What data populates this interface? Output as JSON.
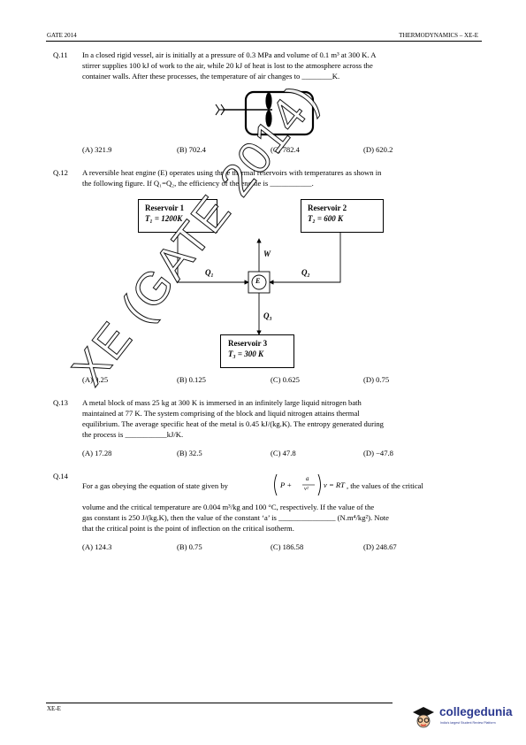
{
  "header": {
    "left": "GATE 2014",
    "right": "THERMODYNAMICS – XE-E"
  },
  "q11": {
    "number": "Q.11",
    "text_line1": "In a closed rigid vessel, air is initially at a pressure of 0.3 MPa and volume of 0.1 m³ at 300 K. A",
    "text_line2": "stirrer supplies 100 kJ of work to the air, while 20 kJ of heat is lost to the atmosphere across the",
    "text_line3": "container walls. After these processes, the temperature of air changes to ________K.",
    "options": [
      "(A) 321.9",
      "(B) 702.4",
      "(C) 782.4",
      "(D) 620.2"
    ]
  },
  "q12": {
    "number": "Q.12",
    "text_line1": "A reversible heat engine (E) operates using three thermal reservoirs with temperatures as shown in",
    "text_line2": "the following figure. If  Q₁=Q₂, the efficiency of the engine is ___________.",
    "reservoir1_name": "Reservoir 1",
    "reservoir1_temp": "T₁ = 1200K",
    "reservoir2_name": "Reservoir 2",
    "reservoir2_temp": "T₂ = 600 K",
    "reservoir3_name": "Reservoir 3",
    "reservoir3_temp": "T₃ = 300 K",
    "engine_label": "E",
    "work_label": "W",
    "q1_label": "Q₁",
    "q2_label": "Q₂",
    "q3_label": "Q₃",
    "options": [
      "(A) 0.25",
      "(B) 0.125",
      "(C) 0.625",
      "(D) 0.75"
    ]
  },
  "q13": {
    "number": "Q.13",
    "text_line1": "A metal block of mass 25 kg at 300 K is immersed in an infinitely large liquid nitrogen bath",
    "text_line2": "maintained at 77 K. The system comprising of the block and liquid nitrogen attains thermal",
    "text_line3": "equilibrium. The average specific heat of the metal is 0.45 kJ/(kg.K). The entropy generated during",
    "text_line4": "the process is ___________kJ/K.",
    "options": [
      "(A) 17.28",
      "(B) 32.5",
      "(C) 47.8",
      "(D) −47.8"
    ]
  },
  "q14": {
    "number": "Q.14",
    "text_prefix": "For a gas obeying the equation of state given by",
    "text_suffix": ", the values of the critical",
    "eq_p": "P +",
    "eq_a": "a",
    "eq_v2": "v²",
    "eq_rest": "v = RT",
    "text_line2": "volume and the critical temperature are 0.004 m³/kg and 100 °C, respectively. If the value of the",
    "text_line3": "gas constant is 250 J/(kg.K), then the value of the constant ‘a’ is _______________ (N.m⁴/kg²). Note",
    "text_line4": "that the critical point is the point of inflection on the critical isotherm.",
    "options": [
      "(A) 124.3",
      "(B) 0.75",
      "(C) 186.58",
      "(D) 248.67"
    ]
  },
  "footer": {
    "left": "XE-E"
  },
  "watermark": "XE (GATE 2014)",
  "logo": {
    "name": "collegedunia",
    "tagline": "India's largest Student Review Platform",
    "color": "#2b3990"
  }
}
